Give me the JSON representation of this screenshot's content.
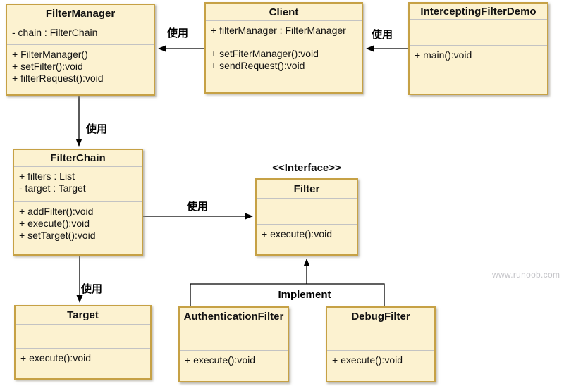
{
  "diagram": {
    "watermark": "www.runoob.com",
    "labels": {
      "use": "使用",
      "implement": "Implement"
    },
    "classes": [
      {
        "name": "FilterManager",
        "attributes": [
          "- chain : FilterChain"
        ],
        "methods": [
          "+ FilterManager()",
          "+ setFilter():void",
          "+ filterRequest():void"
        ]
      },
      {
        "name": "Client",
        "attributes": [
          "+ filterManager : FilterManager"
        ],
        "methods": [
          "+ setFiterManager():void",
          "+ sendRequest():void"
        ]
      },
      {
        "name": "InterceptingFilterDemo",
        "attributes": [],
        "methods": [
          "+ main():void"
        ]
      },
      {
        "name": "FilterChain",
        "attributes": [
          "+ filters : List",
          "- target : Target"
        ],
        "methods": [
          "+ addFilter():void",
          "+ execute():void",
          "+ setTarget():void"
        ]
      },
      {
        "name": "Filter",
        "stereotype": "<<Interface>>",
        "attributes": [],
        "methods": [
          "+ execute():void"
        ]
      },
      {
        "name": "Target",
        "attributes": [],
        "methods": [
          "+ execute():void"
        ]
      },
      {
        "name": "AuthenticationFilter",
        "attributes": [],
        "methods": [
          "+ execute():void"
        ]
      },
      {
        "name": "DebugFilter",
        "attributes": [],
        "methods": [
          "+ execute():void"
        ]
      }
    ],
    "colors": {
      "box_fill": "#fcf2d0",
      "box_border": "#c6a145",
      "divider": "#c3c3c3",
      "arrow": "#000000",
      "watermark": "#c4c4c8"
    }
  }
}
